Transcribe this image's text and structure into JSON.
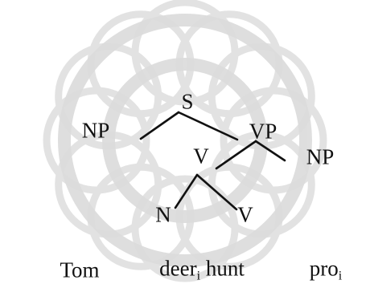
{
  "tree": {
    "nodes": {
      "s": "S",
      "np_left": "NP",
      "vp": "VP",
      "v_upper": "V",
      "np_right": "NP",
      "n": "N",
      "v_lower": "V"
    },
    "words": {
      "tom": "Tom",
      "deer": "deer",
      "deer_index": "i",
      "hunt": "hunt",
      "pro": "pro",
      "pro_index": "i"
    }
  },
  "colors": {
    "text": "#111111",
    "lines": "#111111",
    "watermark": "#d9d9d9"
  }
}
